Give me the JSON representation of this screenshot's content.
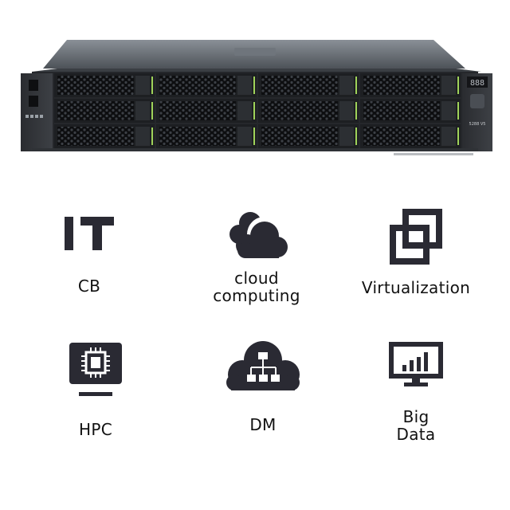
{
  "product_image": {
    "display_readout": "888",
    "model_tag": "5288 V5"
  },
  "features": [
    {
      "icon": "it-icon",
      "label": "CB",
      "icon_text": "IT"
    },
    {
      "icon": "cloud-icon",
      "label_lines": [
        "cloud",
        "computing"
      ]
    },
    {
      "icon": "virtualization-icon",
      "label": "Virtualization"
    },
    {
      "icon": "chip-monitor-icon",
      "label": "HPC"
    },
    {
      "icon": "cloud-network-icon",
      "label": "DM"
    },
    {
      "icon": "bar-chart-monitor-icon",
      "label_lines": [
        "Big",
        "Data"
      ]
    }
  ],
  "colors": {
    "icon_dark": "#2a2a33",
    "chassis_top": "#5a5f66",
    "bay_face": "#1d1f22",
    "led_green": "#9fd35a"
  }
}
